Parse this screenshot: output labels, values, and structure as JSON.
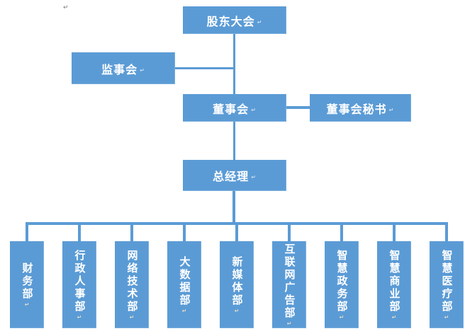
{
  "page": {
    "background": "#ffffff",
    "line_break_mark": "↵"
  },
  "colors": {
    "node_fill": "#5b9bd5",
    "connector": "#5b9bd5",
    "node_text": "#ffffff"
  },
  "nodes": {
    "shareholders_meeting": "股东大会",
    "supervisory_board": "监事会",
    "board_of_directors": "董事会",
    "board_secretary": "董事会秘书",
    "general_manager": "总经理"
  },
  "departments": [
    "财务部",
    "行政人事部",
    "网络技术部",
    "大数据部",
    "新媒体部",
    "互联网广告部",
    "智慧政务部",
    "智慧商业部",
    "智慧医疗部"
  ],
  "hierarchy": {
    "edges": [
      {
        "from": "股东大会",
        "to": "监事会"
      },
      {
        "from": "股东大会",
        "to": "董事会"
      },
      {
        "from": "董事会",
        "to": "董事会秘书"
      },
      {
        "from": "董事会",
        "to": "总经理"
      },
      {
        "from": "总经理",
        "to": "财务部"
      },
      {
        "from": "总经理",
        "to": "行政人事部"
      },
      {
        "from": "总经理",
        "to": "网络技术部"
      },
      {
        "from": "总经理",
        "to": "大数据部"
      },
      {
        "from": "总经理",
        "to": "新媒体部"
      },
      {
        "from": "总经理",
        "to": "互联网广告部"
      },
      {
        "from": "总经理",
        "to": "智慧政务部"
      },
      {
        "from": "总经理",
        "to": "智慧商业部"
      },
      {
        "from": "总经理",
        "to": "智慧医疗部"
      }
    ]
  }
}
